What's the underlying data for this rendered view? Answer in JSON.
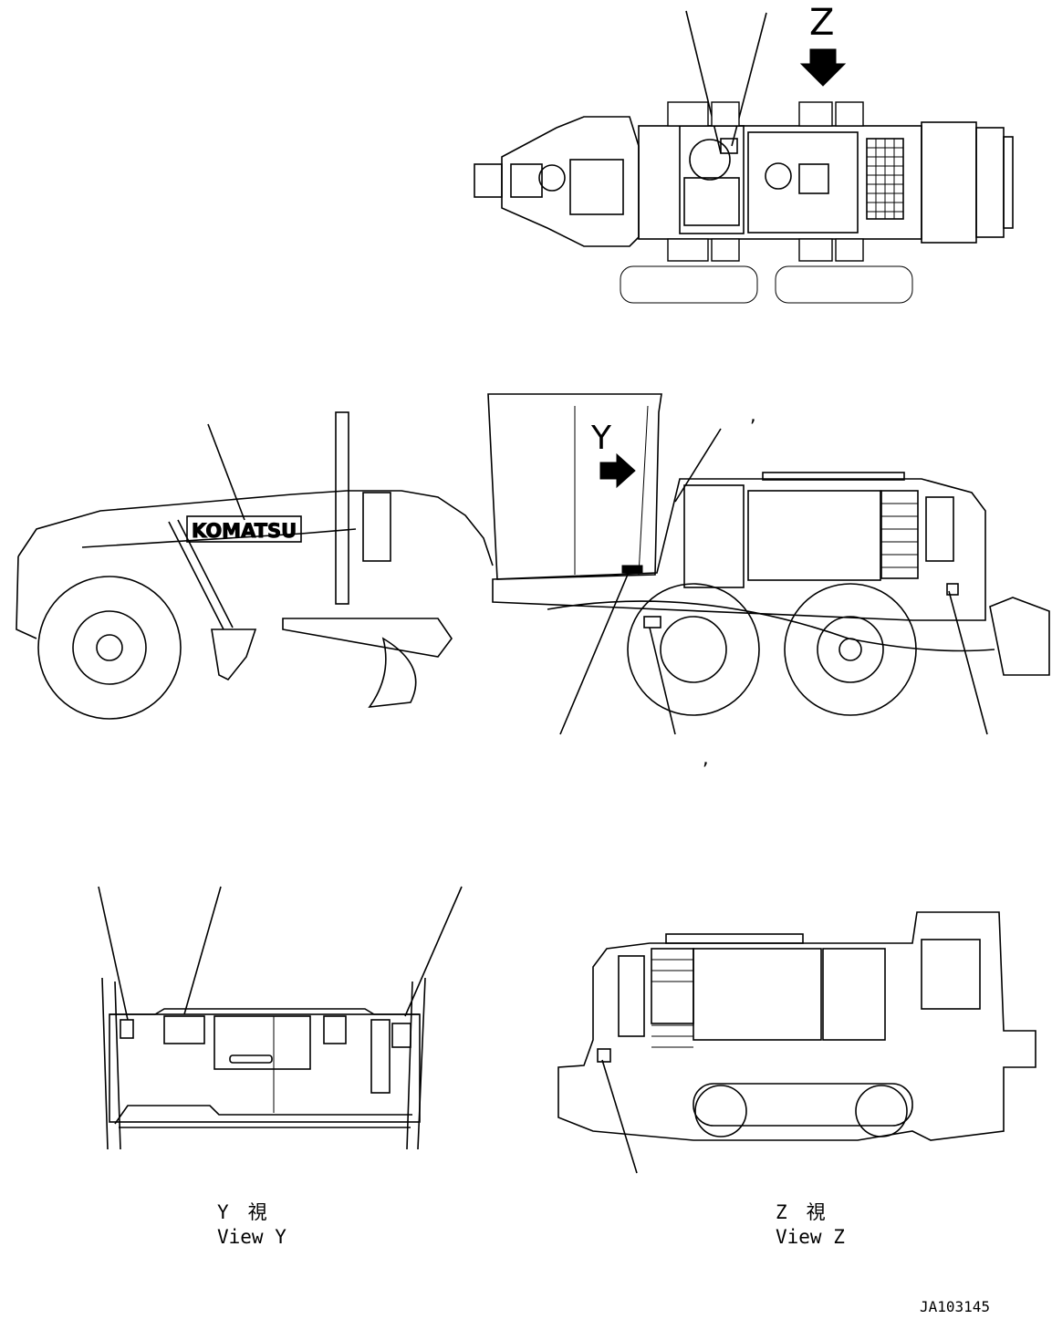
{
  "views": {
    "z_arrow_label": "Z",
    "y_arrow_label": "Y",
    "brand_text": "KOMATSU",
    "view_y": {
      "jp": "Y　視",
      "en": "View Y"
    },
    "view_z": {
      "jp": "Z　視",
      "en": "View Z"
    }
  },
  "drawing_number": "JA103145",
  "callout_marks": [
    ",",
    ","
  ]
}
